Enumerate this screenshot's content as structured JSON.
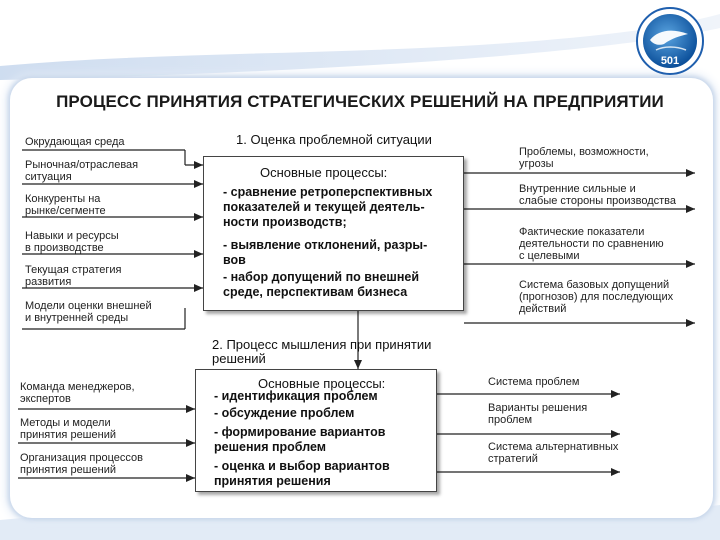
{
  "title": "ПРОЦЕСС ПРИНЯТИЯ СТРАТЕГИЧЕСКИХ РЕШЕНИЙ НА ПРЕДПРИЯТИИ",
  "logo": {
    "number": "501",
    "icon": "globe-emblem-icon"
  },
  "section1": {
    "heading": "1. Оценка проблемной ситуации",
    "box_title": "Основные процессы:",
    "items": [
      [
        "- сравнение ретроперспективных",
        "показателей и текущей деятель-",
        "ности производств;"
      ],
      [
        "- выявление отклонений, разры-",
        "вов"
      ],
      [
        "- набор допущений по внешней",
        "среде, перспективам бизнеса"
      ]
    ],
    "inputs": [
      [
        "Окрудающая среда"
      ],
      [
        "Рыночная/отраслевая",
        "ситуация"
      ],
      [
        "Конкуренты на",
        "рынке/сегменте"
      ],
      [
        "Навыки и ресурсы",
        "в производстве"
      ],
      [
        "Текущая стратегия",
        "развития"
      ],
      [
        "Модели оценки внешней",
        "и внутренней среды"
      ]
    ],
    "outputs": [
      [
        "Проблемы, возможности,",
        "угрозы"
      ],
      [
        "Внутренние сильные и",
        "слабые стороны производства"
      ],
      [
        "Фактические показатели",
        "деятельности по сравнению",
        "с целевыми"
      ],
      [
        "Система базовых допущений",
        "(прогнозов) для последующих",
        "действий"
      ]
    ]
  },
  "section2": {
    "heading": [
      "2. Процесс мышления при принятии",
      "решений"
    ],
    "box_title": "Основные процессы:",
    "items": [
      [
        "- идентификация проблем"
      ],
      [
        "- обсуждение проблем"
      ],
      [
        "- формирование вариантов",
        "решения проблем"
      ],
      [
        "- оценка и выбор вариантов",
        "принятия решения"
      ]
    ],
    "inputs": [
      [
        "Команда менеджеров,",
        "экспертов"
      ],
      [
        "Методы и модели",
        "принятия решений"
      ],
      [
        "Организация процессов",
        "принятия решений"
      ]
    ],
    "outputs": [
      [
        "Система проблем"
      ],
      [
        "Варианты решения",
        "проблем"
      ],
      [
        "Система альтернативных",
        "стратегий"
      ]
    ]
  }
}
